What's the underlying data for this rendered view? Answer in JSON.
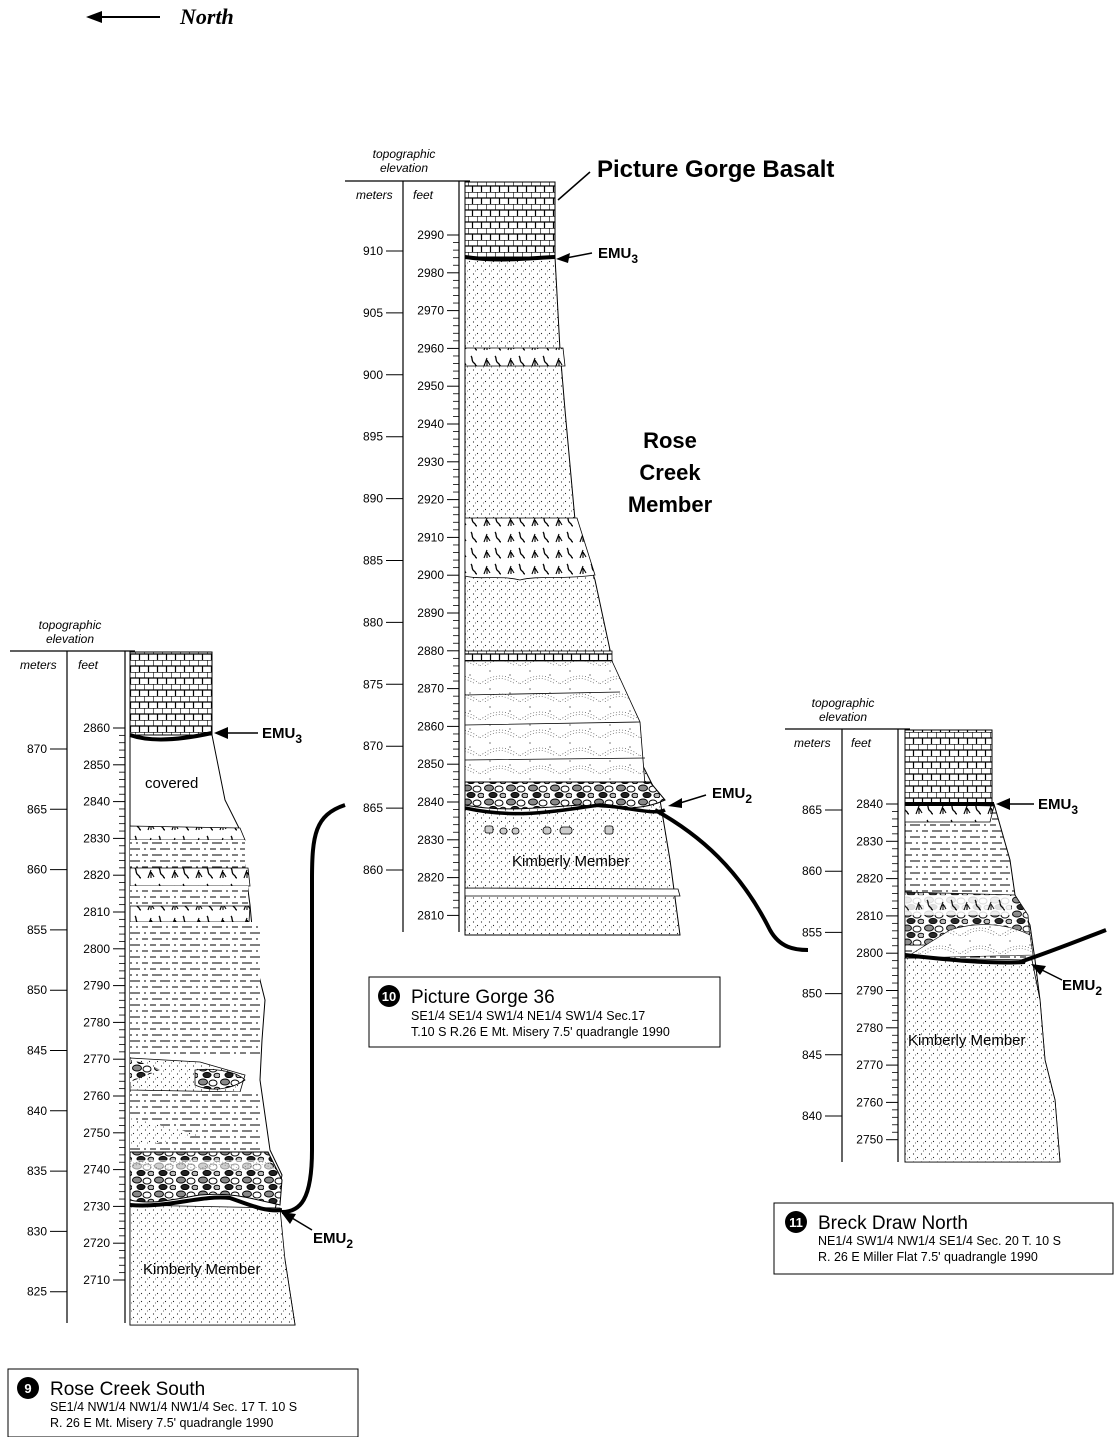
{
  "north_label": "North",
  "formation_label": "Picture Gorge Basalt",
  "member_label": [
    "Rose",
    "Creek",
    "Member"
  ],
  "axis_header": {
    "line1": "topographic",
    "line2": "elevation",
    "meters": "meters",
    "feet": "feet"
  },
  "unit_labels": {
    "emu3": "EMU",
    "emu2": "EMU",
    "emu3_sub": "3",
    "emu2_sub": "2",
    "kimberly": "Kimberly Member",
    "covered": "covered"
  },
  "sections": [
    {
      "number": "9",
      "name": "Rose Creek South",
      "loc1": "SE1/4  NW1/4  NW1/4  NW1/4  Sec. 17  T. 10 S",
      "loc2": "R. 26 E  Mt. Misery 7.5' quadrangle  1990",
      "meters": [
        "870",
        "865",
        "860",
        "855",
        "850",
        "845",
        "840",
        "835",
        "830",
        "825"
      ],
      "feet": [
        "2860",
        "2850",
        "2840",
        "2830",
        "2820",
        "2810",
        "2800",
        "2790",
        "2780",
        "2770",
        "2760",
        "2750",
        "2740",
        "2730",
        "2720",
        "2710"
      ]
    },
    {
      "number": "10",
      "name": "Picture Gorge 36",
      "loc1": "SE1/4  SE1/4  SW1/4  NE1/4  SW1/4  Sec.17",
      "loc2": "T.10 S  R.26 E  Mt. Misery 7.5' quadrangle  1990",
      "meters": [
        "910",
        "905",
        "900",
        "895",
        "890",
        "885",
        "880",
        "875",
        "870",
        "865",
        "860"
      ],
      "feet": [
        "2990",
        "2980",
        "2970",
        "2960",
        "2950",
        "2940",
        "2930",
        "2920",
        "2910",
        "2900",
        "2890",
        "2880",
        "2870",
        "2860",
        "2850",
        "2840",
        "2830",
        "2820",
        "2810"
      ]
    },
    {
      "number": "11",
      "name": "Breck Draw North",
      "loc1": "NE1/4  SW1/4  NW1/4  SE1/4  Sec. 20  T. 10 S",
      "loc2": "R. 26 E  Miller Flat 7.5' quadrangle  1990",
      "meters": [
        "865",
        "860",
        "855",
        "850",
        "845",
        "840"
      ],
      "feet": [
        "2840",
        "2830",
        "2820",
        "2810",
        "2800",
        "2790",
        "2780",
        "2770",
        "2760",
        "2750"
      ]
    }
  ]
}
